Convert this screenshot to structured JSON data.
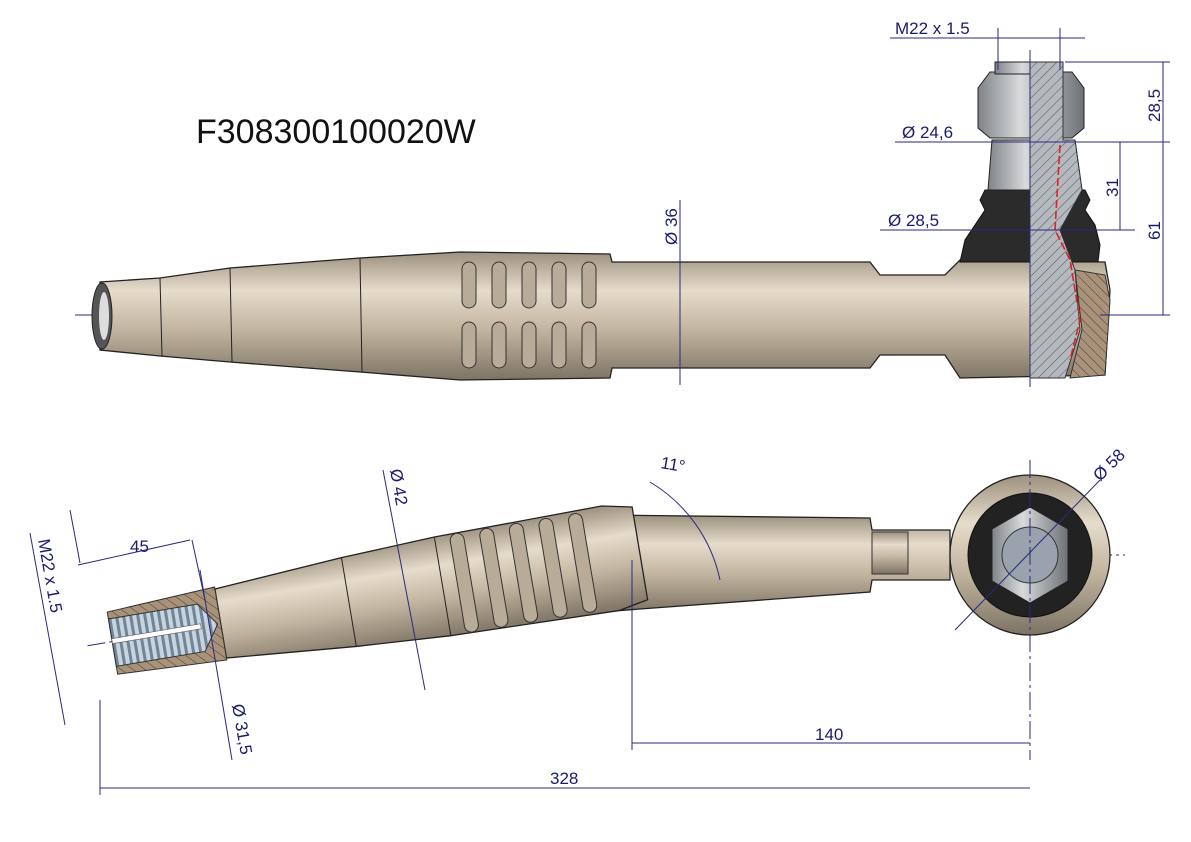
{
  "title": "F308300100020W",
  "top_view": {
    "thread": "M22 x 1.5",
    "height_nut": "28,5",
    "dia_stud": "Ø 24,6",
    "height_cone": "31",
    "height_total": "61",
    "dia_boot": "Ø 28,5",
    "dia_rod": "Ø 36"
  },
  "bottom_view": {
    "angle": "11°",
    "dia_eye": "Ø 58",
    "dia_grip": "Ø 42",
    "thread_len": "45",
    "thread": "M22 x 1.5",
    "dia_tip": "Ø 31,5",
    "offset": "140",
    "length": "328"
  },
  "colors": {
    "dimension": "#1a1a6e",
    "metal": "#c9bca8",
    "boot": "#2a2a2a"
  }
}
